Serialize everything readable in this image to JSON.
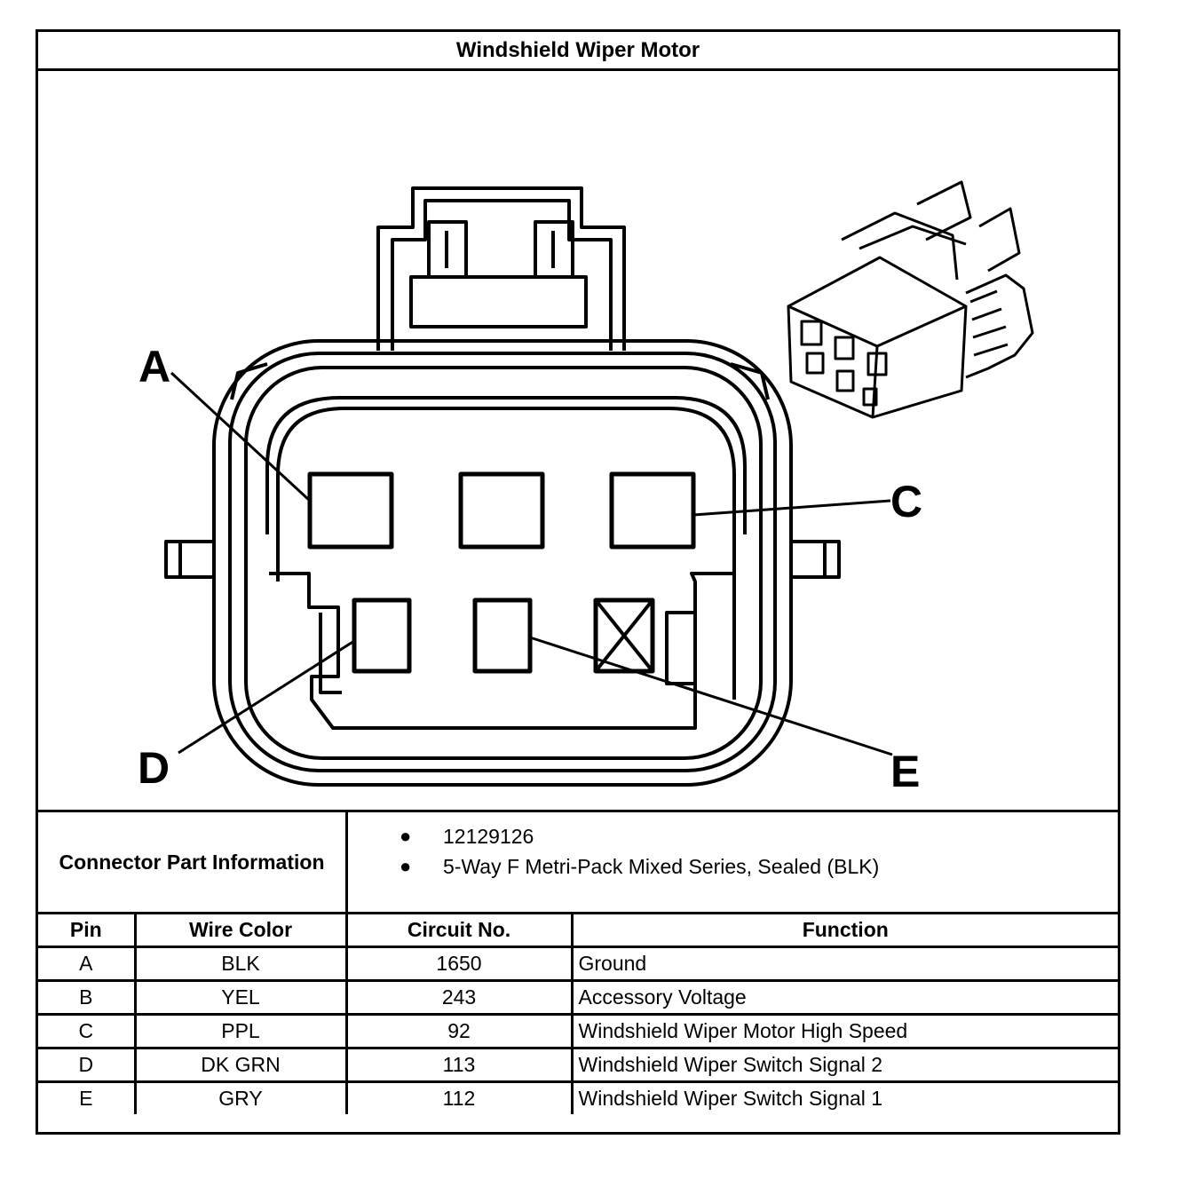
{
  "title": "Windshield Wiper Motor",
  "connector": {
    "callouts": [
      "A",
      "C",
      "D",
      "E"
    ],
    "icons": [
      "connector-face-view",
      "connector-3d-view"
    ]
  },
  "part_info": {
    "label": "Connector Part Information",
    "items": [
      "12129126",
      "5-Way F Metri-Pack Mixed Series, Sealed (BLK)"
    ],
    "bullet": "●"
  },
  "table": {
    "headers": [
      "Pin",
      "Wire Color",
      "Circuit No.",
      "Function"
    ],
    "rows": [
      {
        "pin": "A",
        "color": "BLK",
        "circuit": "1650",
        "function": "Ground"
      },
      {
        "pin": "B",
        "color": "YEL",
        "circuit": "243",
        "function": "Accessory Voltage"
      },
      {
        "pin": "C",
        "color": "PPL",
        "circuit": "92",
        "function": "Windshield Wiper Motor High Speed"
      },
      {
        "pin": "D",
        "color": "DK GRN",
        "circuit": "113",
        "function": "Windshield Wiper Switch Signal 2"
      },
      {
        "pin": "E",
        "color": "GRY",
        "circuit": "112",
        "function": "Windshield Wiper Switch Signal 1"
      }
    ]
  }
}
